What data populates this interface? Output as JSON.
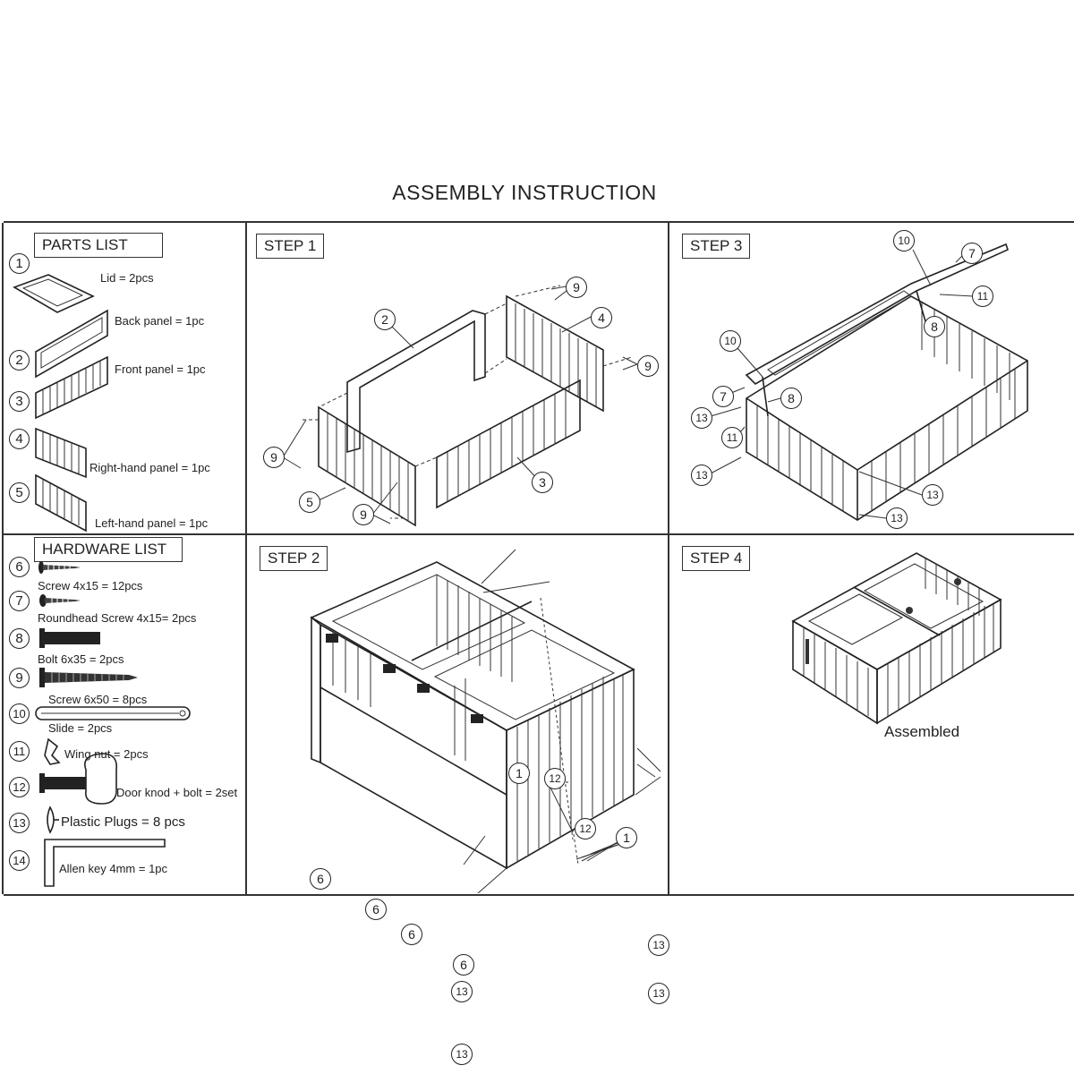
{
  "title": "ASSEMBLY INSTRUCTION",
  "parts_list": {
    "heading": "PARTS LIST",
    "items": [
      {
        "num": "1",
        "label": "Lid = 2pcs"
      },
      {
        "num": "2",
        "label": "Back panel = 1pc"
      },
      {
        "num": "3",
        "label": "Front panel = 1pc"
      },
      {
        "num": "4",
        "label": "Right-hand panel = 1pc"
      },
      {
        "num": "5",
        "label": "Left-hand panel = 1pc"
      }
    ]
  },
  "hardware_list": {
    "heading": "HARDWARE LIST",
    "items": [
      {
        "num": "6",
        "label": "Screw 4x15 = 12pcs"
      },
      {
        "num": "7",
        "label": "Roundhead Screw 4x15= 2pcs"
      },
      {
        "num": "8",
        "label": "Bolt 6x35 = 2pcs"
      },
      {
        "num": "9",
        "label": "Screw 6x50 = 8pcs"
      },
      {
        "num": "10",
        "label": "Slide = 2pcs"
      },
      {
        "num": "11",
        "label": "Wing nut = 2pcs"
      },
      {
        "num": "12",
        "label": "Door knod + bolt = 2set"
      },
      {
        "num": "13",
        "label": "Plastic Plugs = 8 pcs"
      },
      {
        "num": "14",
        "label": "Allen key 4mm = 1pc"
      }
    ]
  },
  "steps": {
    "step1": {
      "label": "STEP 1",
      "callouts": [
        "2",
        "9",
        "4",
        "9",
        "9",
        "5",
        "9",
        "3"
      ]
    },
    "step2": {
      "label": "STEP 2",
      "callouts": [
        "1",
        "12",
        "12",
        "1",
        "6",
        "6",
        "6",
        "6",
        "13",
        "13",
        "13",
        "13"
      ]
    },
    "step3": {
      "label": "STEP 3",
      "callouts": [
        "10",
        "7",
        "11",
        "8",
        "10",
        "7",
        "8",
        "13",
        "11",
        "13",
        "13",
        "13"
      ]
    },
    "step4": {
      "label": "STEP 4",
      "caption": "Assembled"
    }
  }
}
